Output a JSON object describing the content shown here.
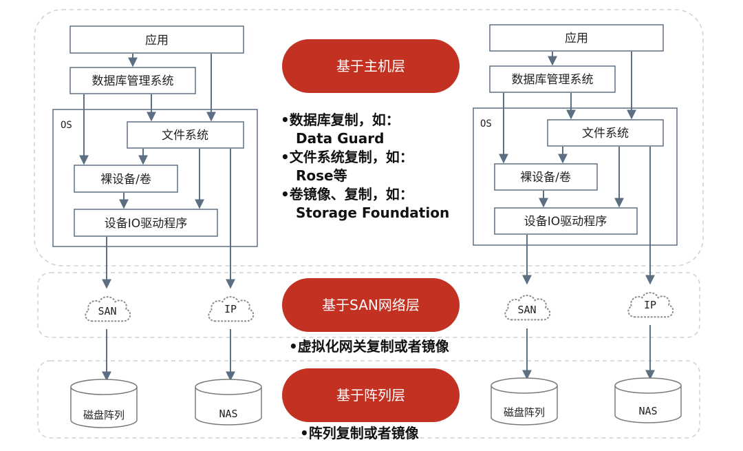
{
  "colors": {
    "pill": "#c23122",
    "line": "#5b6e82",
    "dashed": "#cccccc"
  },
  "host": {
    "app": "应用",
    "dbms": "数据库管理系统",
    "os": "OS",
    "fs": "文件系统",
    "volume": "裸设备/卷",
    "driver": "设备IO驱动程序"
  },
  "network": {
    "san": "SAN",
    "ip": "IP"
  },
  "storage": {
    "disk": "磁盘阵列",
    "nas": "NAS"
  },
  "layers": {
    "host_layer": "基于主机层",
    "san_layer": "基于SAN网络层",
    "array_layer": "基于阵列层"
  },
  "host_bullets": [
    "•数据库复制，如：",
    "Data Guard",
    "•文件系统复制，如：",
    "Rose等",
    "•卷镜像、复制，如：",
    "Storage Foundation"
  ],
  "san_bullet": "•虚拟化网关复制或者镜像",
  "array_bullet": "•阵列复制或者镜像"
}
